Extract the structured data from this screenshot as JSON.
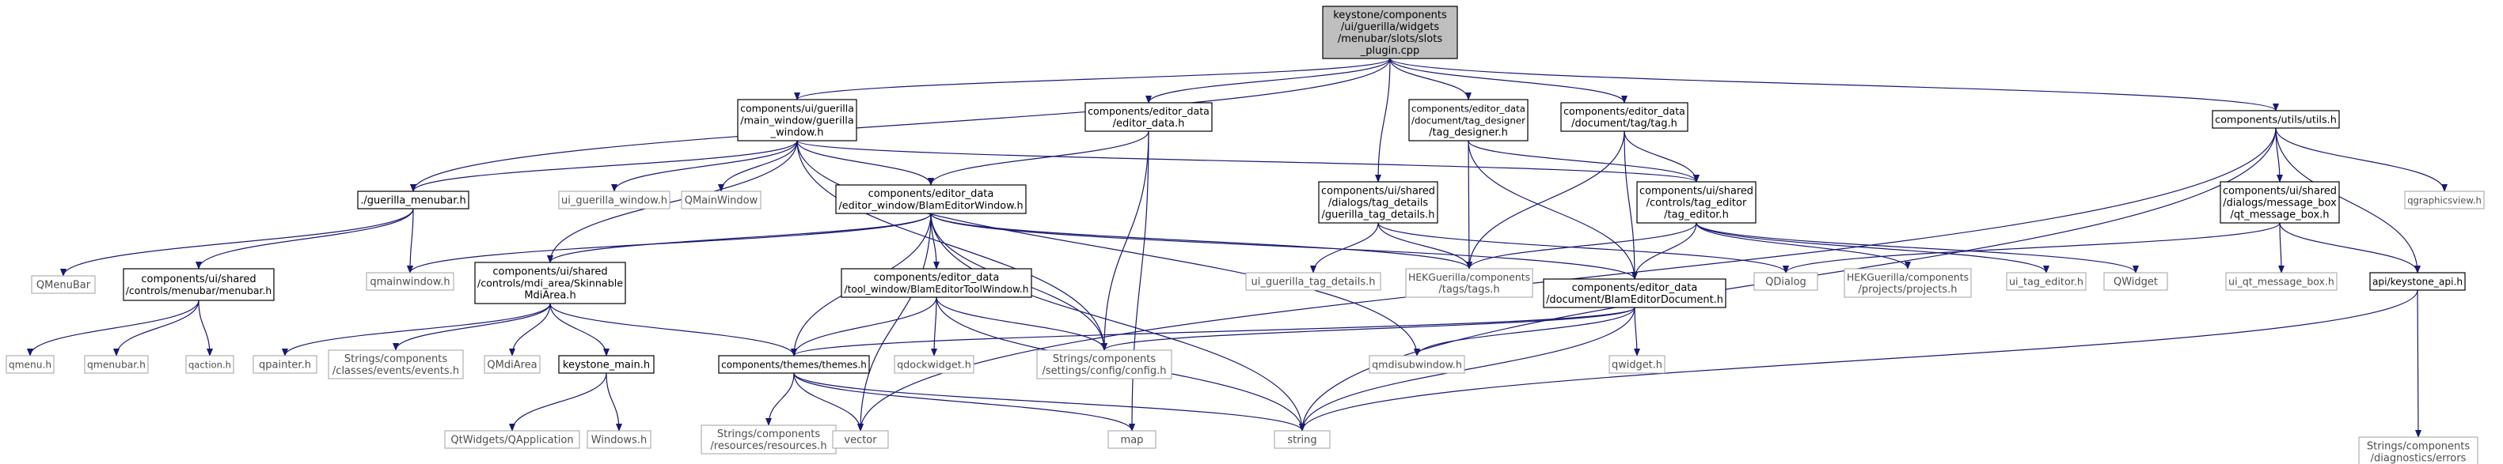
{
  "colors": {
    "edge_include": "#191970",
    "edge_system": "#808080",
    "node_border": "#000000",
    "node_border_external": "#a0a0a0",
    "node_fill": "#ffffff",
    "root_fill": "#bfbfbf",
    "text_main": "#000000",
    "text_external": "#4d4d4d"
  },
  "nodes": [
    {
      "id": "root",
      "label": "keystone/components /ui/guerilla/widgets /menubar/slots/slots _plugin.cpp",
      "kind": "root"
    },
    {
      "id": "main_window",
      "label": "components/ui/guerilla /main_window/guerilla _window.h",
      "kind": "local"
    },
    {
      "id": "editor_data",
      "label": "components/editor_data /editor_data.h",
      "kind": "local"
    },
    {
      "id": "tag_designer",
      "label": "components/editor_data /document/tag_designer /tag_designer.h",
      "kind": "local"
    },
    {
      "id": "tag_h",
      "label": "components/editor_data /document/tag/tag.h",
      "kind": "local"
    },
    {
      "id": "utils",
      "label": "components/utils/utils.h",
      "kind": "local"
    },
    {
      "id": "guerilla_menubar",
      "label": "./guerilla_menubar.h",
      "kind": "local"
    },
    {
      "id": "ui_guerilla_window",
      "label": "ui_guerilla_window.h",
      "kind": "external"
    },
    {
      "id": "qmainwindow_cls",
      "label": "QMainWindow",
      "kind": "external"
    },
    {
      "id": "blam_editor_window",
      "label": "components/editor_data /editor_window/BlamEditorWindow.h",
      "kind": "local"
    },
    {
      "id": "tag_details",
      "label": "components/ui/shared /dialogs/tag_details /guerilla_tag_details.h",
      "kind": "local"
    },
    {
      "id": "tag_editor",
      "label": "components/ui/shared /controls/tag_editor /tag_editor.h",
      "kind": "local"
    },
    {
      "id": "message_box",
      "label": "components/ui/shared /dialogs/message_box /qt_message_box.h",
      "kind": "local"
    },
    {
      "id": "qgraphicsview",
      "label": "qgraphicsview.h",
      "kind": "external"
    },
    {
      "id": "qmenubar_cls",
      "label": "QMenuBar",
      "kind": "external"
    },
    {
      "id": "menubar",
      "label": "components/ui/shared /controls/menubar/menubar.h",
      "kind": "local"
    },
    {
      "id": "qmainwindow_h",
      "label": "qmainwindow.h",
      "kind": "external"
    },
    {
      "id": "mdiarea",
      "label": "components/ui/shared /controls/mdi_area/Skinnable MdiArea.h",
      "kind": "local"
    },
    {
      "id": "tool_window",
      "label": "components/editor_data /tool_window/BlamEditorToolWindow.h",
      "kind": "local"
    },
    {
      "id": "ui_guerilla_tag_details",
      "label": "ui_guerilla_tag_details.h",
      "kind": "external"
    },
    {
      "id": "hek_tags",
      "label": "HEKGuerilla/components /tags/tags.h",
      "kind": "external"
    },
    {
      "id": "blam_editor_document",
      "label": "components/editor_data /document/BlamEditorDocument.h",
      "kind": "local"
    },
    {
      "id": "qdialog",
      "label": "QDialog",
      "kind": "external"
    },
    {
      "id": "hek_projects",
      "label": "HEKGuerilla/components /projects/projects.h",
      "kind": "external"
    },
    {
      "id": "ui_tag_editor",
      "label": "ui_tag_editor.h",
      "kind": "external"
    },
    {
      "id": "qwidget_cls",
      "label": "QWidget",
      "kind": "external"
    },
    {
      "id": "ui_qt_message_box",
      "label": "ui_qt_message_box.h",
      "kind": "external"
    },
    {
      "id": "keystone_api",
      "label": "api/keystone_api.h",
      "kind": "local"
    },
    {
      "id": "qmenu",
      "label": "qmenu.h",
      "kind": "external"
    },
    {
      "id": "qmenubar_h",
      "label": "qmenubar.h",
      "kind": "external"
    },
    {
      "id": "qaction",
      "label": "qaction.h",
      "kind": "external"
    },
    {
      "id": "qpainter",
      "label": "qpainter.h",
      "kind": "external"
    },
    {
      "id": "events",
      "label": "Strings/components /classes/events/events.h",
      "kind": "external"
    },
    {
      "id": "qmdiarea",
      "label": "QMdiArea",
      "kind": "external"
    },
    {
      "id": "keystone_main",
      "label": "keystone_main.h",
      "kind": "local"
    },
    {
      "id": "themes",
      "label": "components/themes/themes.h",
      "kind": "local"
    },
    {
      "id": "qdockwidget",
      "label": "qdockwidget.h",
      "kind": "external"
    },
    {
      "id": "config",
      "label": "Strings/components /settings/config/config.h",
      "kind": "external"
    },
    {
      "id": "qmdisubwindow",
      "label": "qmdisubwindow.h",
      "kind": "external"
    },
    {
      "id": "qwidget_h",
      "label": "qwidget.h",
      "kind": "external"
    },
    {
      "id": "errors",
      "label": "Strings/components /diagnostics/errors /errors.h",
      "kind": "external"
    },
    {
      "id": "qapplication",
      "label": "QtWidgets/QApplication",
      "kind": "external"
    },
    {
      "id": "windows_h",
      "label": "Windows.h",
      "kind": "external"
    },
    {
      "id": "resources",
      "label": "Strings/components /resources/resources.h",
      "kind": "external"
    },
    {
      "id": "vector",
      "label": "vector",
      "kind": "external"
    },
    {
      "id": "map",
      "label": "map",
      "kind": "external"
    },
    {
      "id": "string",
      "label": "string",
      "kind": "external"
    }
  ],
  "edges": [
    [
      "root",
      "main_window"
    ],
    [
      "root",
      "editor_data"
    ],
    [
      "root",
      "tag_designer"
    ],
    [
      "root",
      "tag_h"
    ],
    [
      "root",
      "utils"
    ],
    [
      "root",
      "guerilla_menubar"
    ],
    [
      "root",
      "tag_details"
    ],
    [
      "main_window",
      "guerilla_menubar"
    ],
    [
      "main_window",
      "ui_guerilla_window"
    ],
    [
      "main_window",
      "qmainwindow_cls"
    ],
    [
      "main_window",
      "blam_editor_window"
    ],
    [
      "main_window",
      "mdiarea"
    ],
    [
      "main_window",
      "tag_editor"
    ],
    [
      "main_window",
      "config"
    ],
    [
      "main_window",
      "qmdisubwindow"
    ],
    [
      "editor_data",
      "blam_editor_window"
    ],
    [
      "editor_data",
      "config"
    ],
    [
      "editor_data",
      "map"
    ],
    [
      "tag_designer",
      "tag_editor"
    ],
    [
      "tag_designer",
      "hek_tags"
    ],
    [
      "tag_designer",
      "blam_editor_document"
    ],
    [
      "tag_h",
      "tag_editor"
    ],
    [
      "tag_h",
      "hek_tags"
    ],
    [
      "tag_h",
      "blam_editor_document"
    ],
    [
      "utils",
      "message_box"
    ],
    [
      "utils",
      "keystone_api"
    ],
    [
      "utils",
      "qgraphicsview"
    ],
    [
      "utils",
      "vector"
    ],
    [
      "utils",
      "string"
    ],
    [
      "guerilla_menubar",
      "qmenubar_cls"
    ],
    [
      "guerilla_menubar",
      "menubar"
    ],
    [
      "guerilla_menubar",
      "qmainwindow_h"
    ],
    [
      "blam_editor_window",
      "qmainwindow_h"
    ],
    [
      "blam_editor_window",
      "mdiarea"
    ],
    [
      "blam_editor_window",
      "tool_window"
    ],
    [
      "blam_editor_window",
      "hek_tags"
    ],
    [
      "blam_editor_window",
      "blam_editor_document"
    ],
    [
      "blam_editor_window",
      "themes"
    ],
    [
      "blam_editor_window",
      "config"
    ],
    [
      "blam_editor_window",
      "vector"
    ],
    [
      "blam_editor_window",
      "string"
    ],
    [
      "tag_details",
      "ui_guerilla_tag_details"
    ],
    [
      "tag_details",
      "hek_tags"
    ],
    [
      "tag_details",
      "qdialog"
    ],
    [
      "tag_editor",
      "hek_tags"
    ],
    [
      "tag_editor",
      "blam_editor_document"
    ],
    [
      "tag_editor",
      "hek_projects"
    ],
    [
      "tag_editor",
      "ui_tag_editor"
    ],
    [
      "tag_editor",
      "qwidget_cls"
    ],
    [
      "message_box",
      "qdialog"
    ],
    [
      "message_box",
      "ui_qt_message_box"
    ],
    [
      "message_box",
      "keystone_api"
    ],
    [
      "keystone_api",
      "errors"
    ],
    [
      "keystone_api",
      "string"
    ],
    [
      "menubar",
      "qmenu"
    ],
    [
      "menubar",
      "qmenubar_h"
    ],
    [
      "menubar",
      "qaction"
    ],
    [
      "mdiarea",
      "qpainter"
    ],
    [
      "mdiarea",
      "events"
    ],
    [
      "mdiarea",
      "qmdiarea"
    ],
    [
      "mdiarea",
      "keystone_main"
    ],
    [
      "mdiarea",
      "themes"
    ],
    [
      "keystone_main",
      "qapplication"
    ],
    [
      "keystone_main",
      "windows_h"
    ],
    [
      "tool_window",
      "themes"
    ],
    [
      "tool_window",
      "qdockwidget"
    ],
    [
      "tool_window",
      "config"
    ],
    [
      "tool_window",
      "string"
    ],
    [
      "blam_editor_document",
      "themes"
    ],
    [
      "blam_editor_document",
      "config"
    ],
    [
      "blam_editor_document",
      "qmdisubwindow"
    ],
    [
      "blam_editor_document",
      "qwidget_h"
    ],
    [
      "blam_editor_document",
      "string"
    ],
    [
      "themes",
      "resources"
    ],
    [
      "themes",
      "vector"
    ],
    [
      "themes",
      "map"
    ],
    [
      "themes",
      "string"
    ]
  ]
}
